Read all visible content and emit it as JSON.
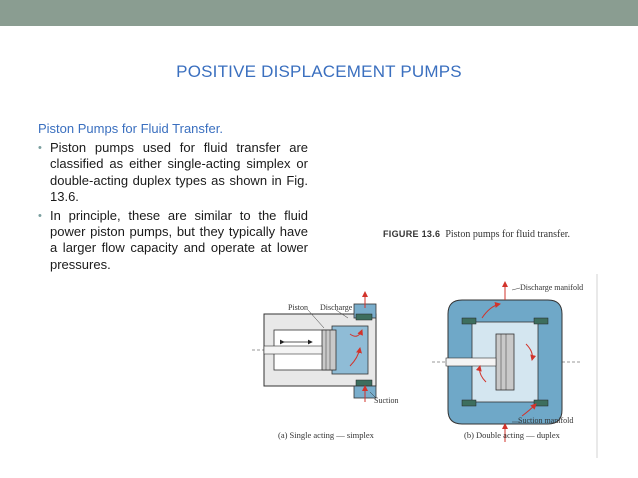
{
  "slide": {
    "title": "POSITIVE DISPLACEMENT PUMPS",
    "subheading": "Piston Pumps for Fluid Transfer.",
    "bullets": [
      "Piston pumps used for fluid transfer are classified as either single-acting simplex or double-acting duplex types as shown in Fig. 13.6.",
      "In principle, these are similar to the fluid power piston pumps, but they typically have a larger flow capacity and operate at lower pressures."
    ],
    "bullet_symbol": "•"
  },
  "figure": {
    "number": "FIGURE 13.6",
    "caption_text": "Piston pumps for fluid transfer.",
    "labels": {
      "piston": "Piston",
      "discharge": "Discharge",
      "suction": "Suction",
      "discharge_manifold": "Discharge manifold",
      "suction_manifold": "Suction manifold"
    },
    "sub_captions": {
      "a": "(a) Single acting — simplex",
      "b": "(b) Double acting — duplex"
    }
  },
  "colors": {
    "top_bar": "#8a9d91",
    "title": "#3a6fbf",
    "fluid": "#6fa8c8",
    "arrow": "#d2332b"
  }
}
